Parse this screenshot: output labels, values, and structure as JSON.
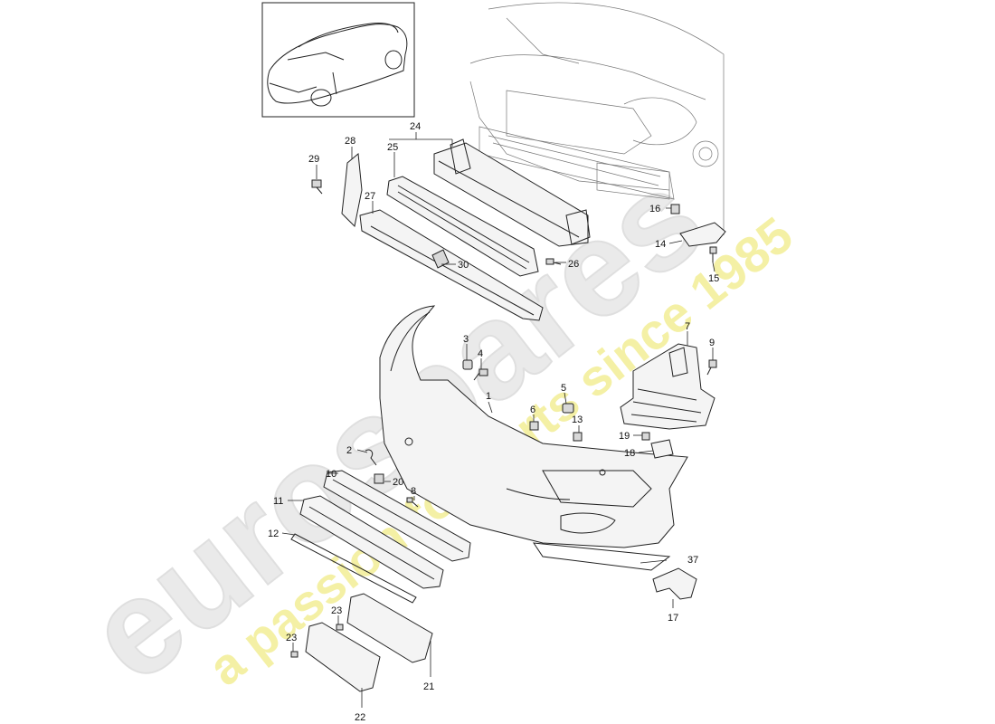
{
  "watermark": {
    "brand": "eurospares",
    "slogan": "a passion for parts since 1985",
    "brand_color": "#e6e6e6",
    "slogan_color": "#f2ee9a"
  },
  "callouts": [
    "1",
    "2",
    "3",
    "4",
    "5",
    "6",
    "7",
    "8",
    "9",
    "10",
    "11",
    "12",
    "13",
    "14",
    "15",
    "16",
    "17",
    "18",
    "19",
    "20",
    "21",
    "22",
    "23",
    "23",
    "24",
    "25",
    "26",
    "27",
    "28",
    "29",
    "30",
    "37"
  ],
  "icons": {
    "vehicle_thumbnail": "car-overview-icon"
  }
}
